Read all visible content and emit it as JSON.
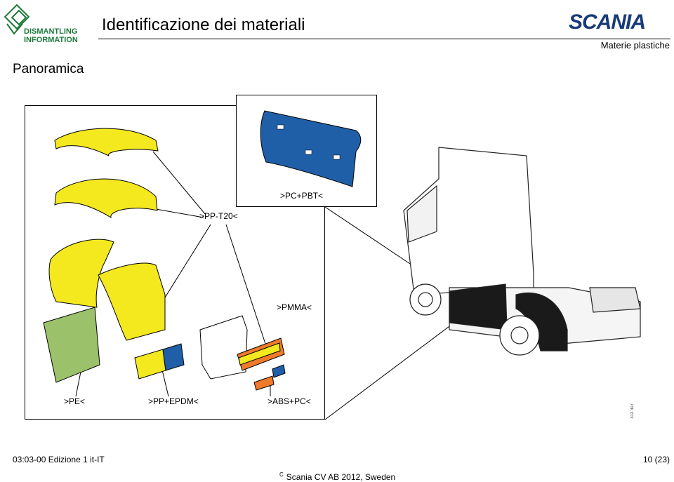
{
  "header": {
    "logo_text_line1": "DISMANTLING",
    "logo_text_line2": "INFORMATION",
    "title": "Identificazione dei materiali",
    "brand": "SCANIA",
    "section": "Materie plastiche"
  },
  "page": {
    "heading": "Panoramica"
  },
  "labels": {
    "pc_pbt": ">PC+PBT<",
    "pp_t20": ">PP-T20<",
    "pmma": ">PMMA<",
    "pe": ">PE<",
    "pp_epdm": ">PP+EPDM<",
    "abs_pc": ">ABS+PC<"
  },
  "drawing_code": "312 307",
  "footer": {
    "doc_ref": "03:03-00 Edizione 1  it-IT",
    "page": "10 (23)",
    "copyright_mark": "C",
    "copyright_text": "Scania CV AB 2012, Sweden"
  },
  "colors": {
    "yellow": "#f4e81e",
    "blue": "#1f5fa8",
    "green": "#9bc16a",
    "orange": "#ee7a2a",
    "black": "#1a1a1a",
    "logo_green": "#1c7a3a",
    "brand_blue": "#173a7a"
  }
}
